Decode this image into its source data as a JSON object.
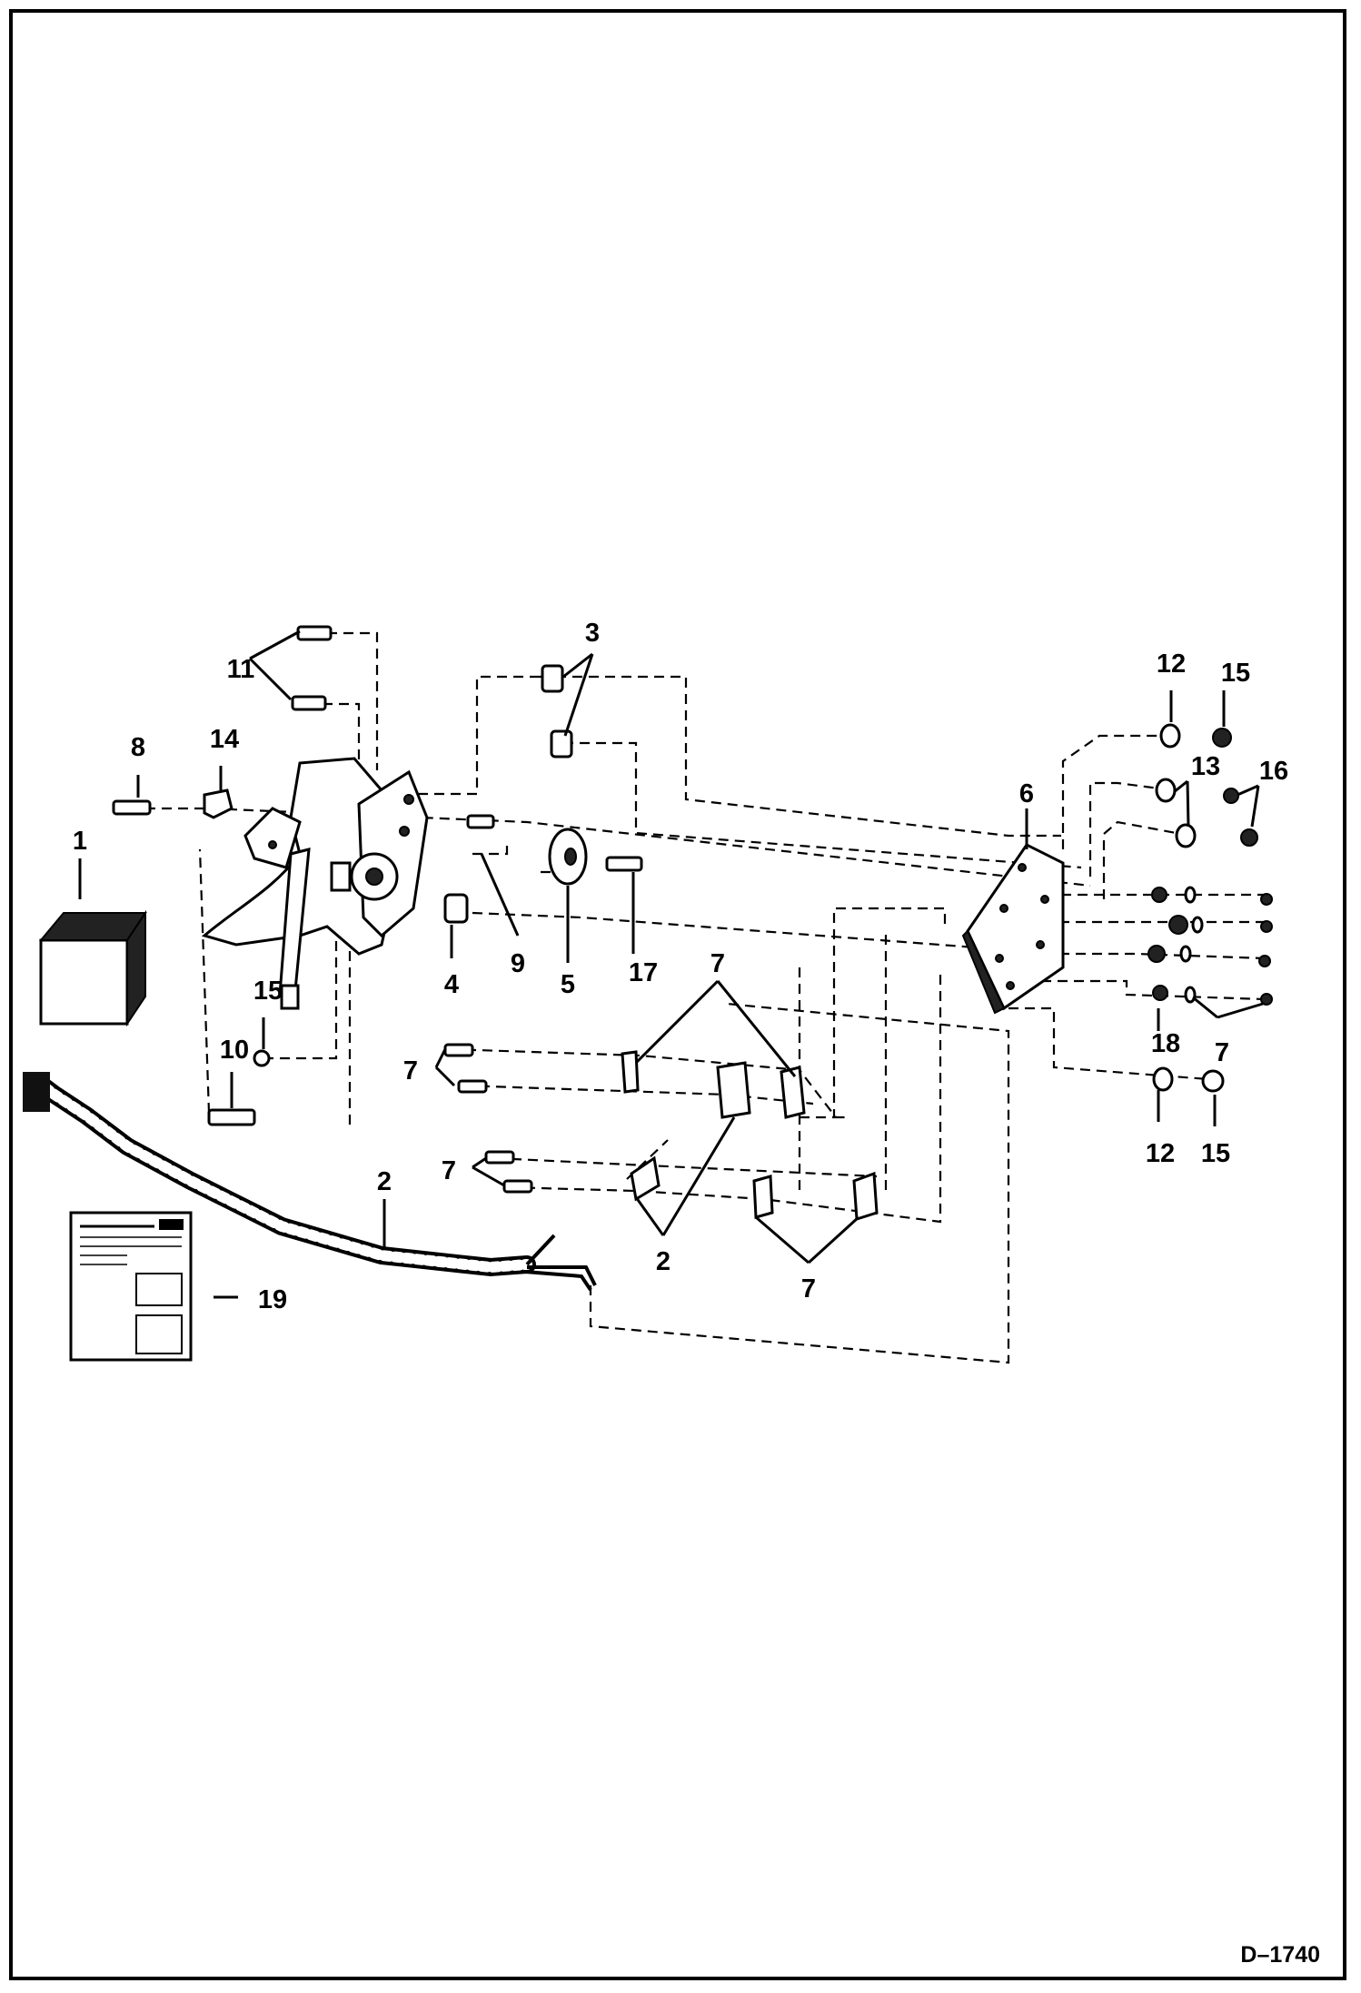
{
  "figure_number": "D–1740",
  "callouts": [
    {
      "id": "c1",
      "text": "1"
    },
    {
      "id": "c2a",
      "text": "2"
    },
    {
      "id": "c2b",
      "text": "2"
    },
    {
      "id": "c3",
      "text": "3"
    },
    {
      "id": "c4",
      "text": "4"
    },
    {
      "id": "c5",
      "text": "5"
    },
    {
      "id": "c6",
      "text": "6"
    },
    {
      "id": "c7a",
      "text": "7"
    },
    {
      "id": "c7b",
      "text": "7"
    },
    {
      "id": "c7c",
      "text": "7"
    },
    {
      "id": "c7d",
      "text": "7"
    },
    {
      "id": "c7e",
      "text": "7"
    },
    {
      "id": "c8",
      "text": "8"
    },
    {
      "id": "c9",
      "text": "9"
    },
    {
      "id": "c10",
      "text": "10"
    },
    {
      "id": "c11",
      "text": "11"
    },
    {
      "id": "c12a",
      "text": "12"
    },
    {
      "id": "c12b",
      "text": "12"
    },
    {
      "id": "c13",
      "text": "13"
    },
    {
      "id": "c14",
      "text": "14"
    },
    {
      "id": "c15a",
      "text": "15"
    },
    {
      "id": "c15b",
      "text": "15"
    },
    {
      "id": "c15c",
      "text": "15"
    },
    {
      "id": "c16",
      "text": "16"
    },
    {
      "id": "c17",
      "text": "17"
    },
    {
      "id": "c18",
      "text": "18"
    },
    {
      "id": "c19",
      "text": "19"
    }
  ]
}
